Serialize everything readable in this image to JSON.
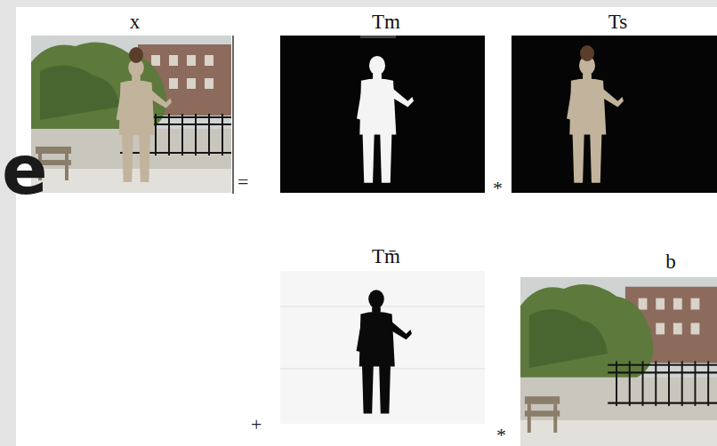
{
  "diagram": {
    "nodes": [
      {
        "text": [
          "x"
        ]
      },
      {
        "text": [
          "Tm"
        ]
      },
      {
        "text": [
          "Ts"
        ]
      },
      {
        "text": [
          "Tm̄"
        ]
      },
      {
        "text": [
          "b"
        ]
      }
    ],
    "labels": [
      "=",
      "*",
      "+",
      "*",
      "e"
    ]
  }
}
